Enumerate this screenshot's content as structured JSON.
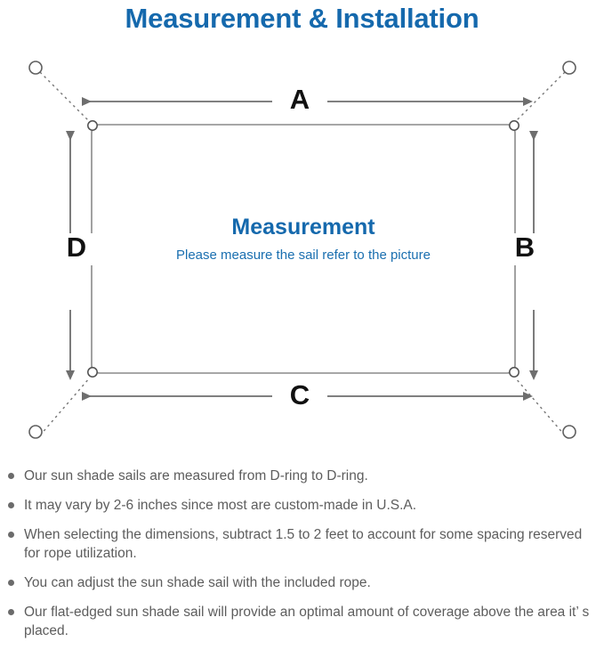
{
  "page": {
    "title": "Measurement & Installation",
    "title_color": "#1569ad",
    "background": "#ffffff"
  },
  "diagram": {
    "name": "sun-shade-sail-measurement-diagram",
    "sail": {
      "label_title": "Measurement",
      "label_subtitle": "Please measure the sail refer to the picture",
      "label_color": "#1569ad",
      "edge_color": "#808080"
    },
    "dimension_labels": {
      "top": "A",
      "right": "B",
      "bottom": "C",
      "left": "D"
    },
    "dimension_label_color": "#111111",
    "arrow_color": "#6e6e6e",
    "dring_count": 4,
    "anchor_point_count": 4,
    "rope_line_style": "dotted"
  },
  "notes": {
    "items": [
      "Our sun shade sails are measured from D-ring to D-ring.",
      "It may vary by 2-6 inches since most are custom-made in U.S.A.",
      "When selecting the dimensions, subtract 1.5 to 2 feet to account for some spacing reserved for rope utilization.",
      "You can adjust the sun shade sail with the included rope.",
      "Our flat-edged sun shade sail will provide an optimal amount of coverage above the area it’ s placed."
    ],
    "text_color": "#5d5d5d",
    "bullet_color": "#6b6b6b"
  }
}
